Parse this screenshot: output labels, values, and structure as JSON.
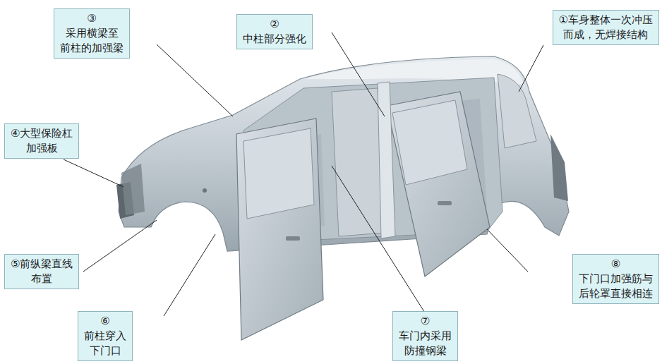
{
  "diagram": {
    "nodes": [
      {
        "text": [
          "③ 采用横梁至 前柱的加强梁"
        ]
      },
      {
        "text": [
          "② 中柱部分强化"
        ]
      },
      {
        "text": [
          "①车身整体一次冲压 而成，无焊接结构"
        ]
      },
      {
        "text": [
          "④大型保险杠 加强板"
        ]
      },
      {
        "text": [
          "⑤前纵梁直线 布置"
        ]
      },
      {
        "text": [
          "⑥ 前柱穿入 下门口"
        ]
      },
      {
        "text": [
          "⑦ 车门内采用 防撞钢梁"
        ]
      },
      {
        "text": [
          "⑧ 下门口加强筋与 后轮罩直接相连"
        ]
      }
    ]
  }
}
